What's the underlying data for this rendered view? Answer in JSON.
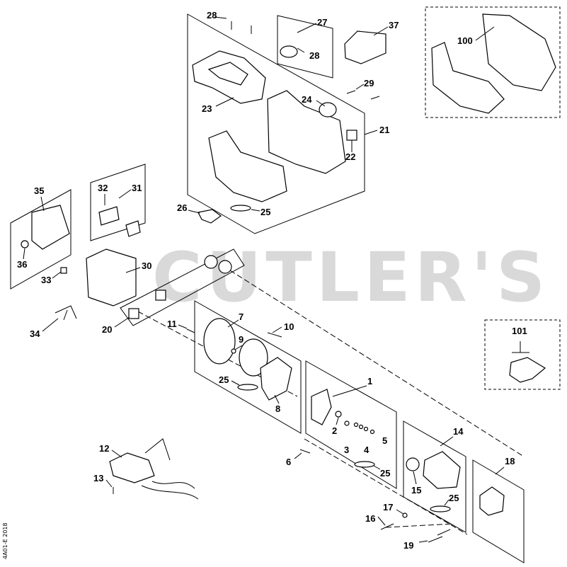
{
  "watermark": "CUTLER'S",
  "side_code": "4A01-E 2018",
  "callouts": {
    "c1": "1",
    "c2": "2",
    "c3": "3",
    "c4": "4",
    "c5": "5",
    "c6": "6",
    "c7": "7",
    "c8": "8",
    "c9": "9",
    "c10": "10",
    "c11": "11",
    "c12": "12",
    "c13": "13",
    "c14": "14",
    "c15": "15",
    "c16": "16",
    "c17": "17",
    "c18": "18",
    "c19": "19",
    "c20": "20",
    "c21": "21",
    "c22": "22",
    "c23": "23",
    "c24": "24",
    "c25a": "25",
    "c25b": "25",
    "c25c": "25",
    "c25d": "25",
    "c26": "26",
    "c27": "27",
    "c28a": "28",
    "c28b": "28",
    "c29": "29",
    "c30": "30",
    "c31": "31",
    "c32": "32",
    "c33": "33",
    "c34": "34",
    "c35": "35",
    "c36": "36",
    "c37": "37",
    "c100": "100",
    "c101": "101"
  }
}
